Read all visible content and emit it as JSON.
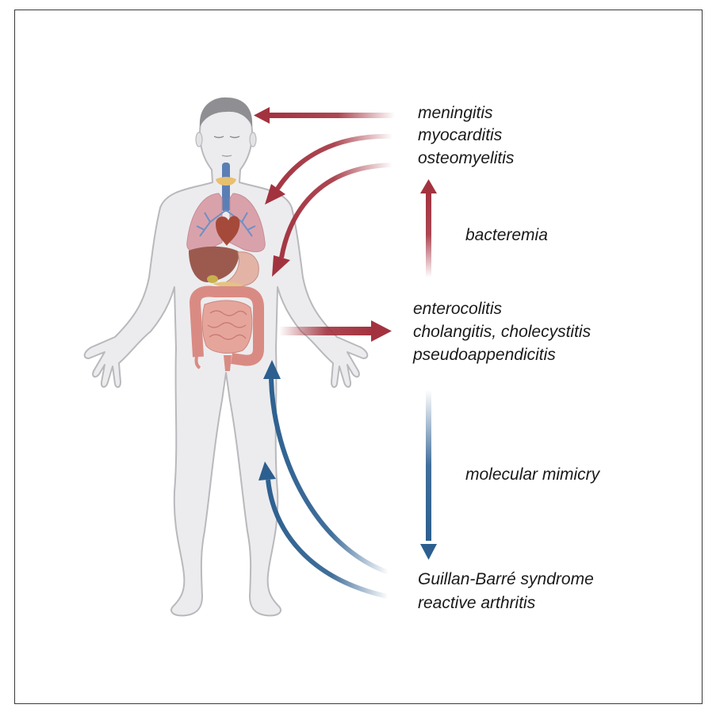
{
  "labels": {
    "systemic": [
      "meningitis",
      "myocarditis",
      "osteomyelitis"
    ],
    "bacteremia": "bacteremia",
    "gastrointestinal": [
      "enterocolitis",
      "cholangitis, cholecystitis",
      "pseudoappendicitis"
    ],
    "molecular_mimicry": "molecular mimicry",
    "autoimmune": [
      "Guillan-Barré syndrome",
      "reactive arthritis"
    ]
  },
  "colors": {
    "infection_arrow": "#a3323f",
    "immune_arrow": "#2c5f8f",
    "body_fill": "#ececee",
    "body_outline": "#b9b9bd",
    "hair": "#8f8f93",
    "lungs": "#d9a2ab",
    "intestine": "#e29c93",
    "liver": "#9c5a4f",
    "trachea": "#5b7fb5",
    "thyroid": "#e7c070"
  },
  "icons": [
    "human-body-figure",
    "red-arrow",
    "blue-arrow"
  ]
}
